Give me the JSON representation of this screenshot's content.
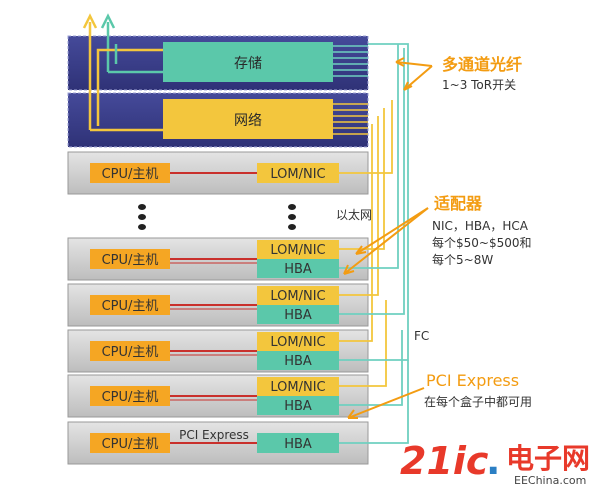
{
  "top_units": {
    "storage_label": "存储",
    "network_label": "网络"
  },
  "servers": {
    "cpu_label": "CPU/主机",
    "lom_label": "LOM/NIC",
    "hba_label": "HBA",
    "pci_inline_label": "PCI Express"
  },
  "callouts": {
    "multichannel_title": "多通道光纤",
    "multichannel_sub": "1~3 ToR开关",
    "ethernet_label": "以太网",
    "adapter_title": "适配器",
    "adapter_line1": "NIC，HBA，HCA",
    "adapter_line2": "每个$50~$500和",
    "adapter_line3": "每个5~8W",
    "fc_label": "FC",
    "pci_title": "PCI Express",
    "pci_sub": "在每个盒子中都可用"
  },
  "watermark": {
    "logo_num": "21ic",
    "logo_dot": ".",
    "logo_cn": "电子网",
    "logo_url": "EEChina.com"
  },
  "colors": {
    "navy_panel": "#3c3f8c",
    "teal": "#5bc8aa",
    "gold": "#f3c63d",
    "orange_label": "#f5a623",
    "server_gray": "#cfcfcf",
    "red_link": "#c9302c",
    "cyan_cable": "#6fd0c0",
    "callout_orange": "#f39c12",
    "logo_red": "#e8392a"
  }
}
